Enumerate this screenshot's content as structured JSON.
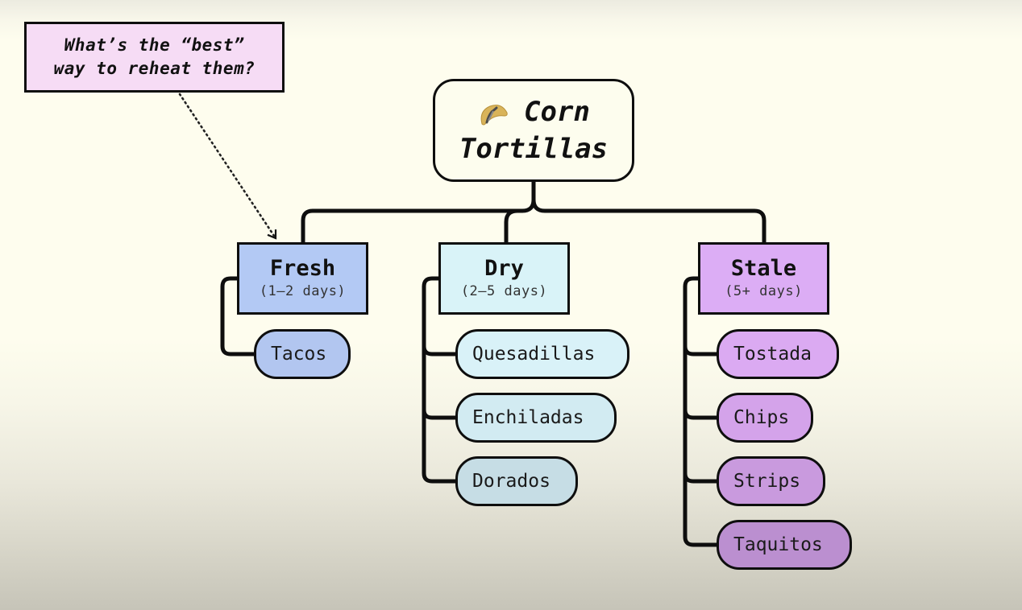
{
  "diagram": {
    "type": "tree",
    "callout": {
      "line1": "What’s the “best”",
      "line2": "way to reheat them?",
      "points_to": "Fresh"
    },
    "root": {
      "icon": "taco-icon",
      "line1": "Corn",
      "line2": "Tortillas"
    },
    "categories": [
      {
        "title": "Fresh",
        "subtitle": "(1–2 days)",
        "color": "#b3c9f4",
        "items": [
          "Tacos"
        ]
      },
      {
        "title": "Dry",
        "subtitle": "(2–5 days)",
        "color": "#d9f3f8",
        "items": [
          "Quesadillas",
          "Enchiladas",
          "Dorados"
        ]
      },
      {
        "title": "Stale",
        "subtitle": "(5+ days)",
        "color": "#dcadf5",
        "items": [
          "Tostada",
          "Chips",
          "Strips",
          "Taquitos"
        ]
      }
    ]
  }
}
